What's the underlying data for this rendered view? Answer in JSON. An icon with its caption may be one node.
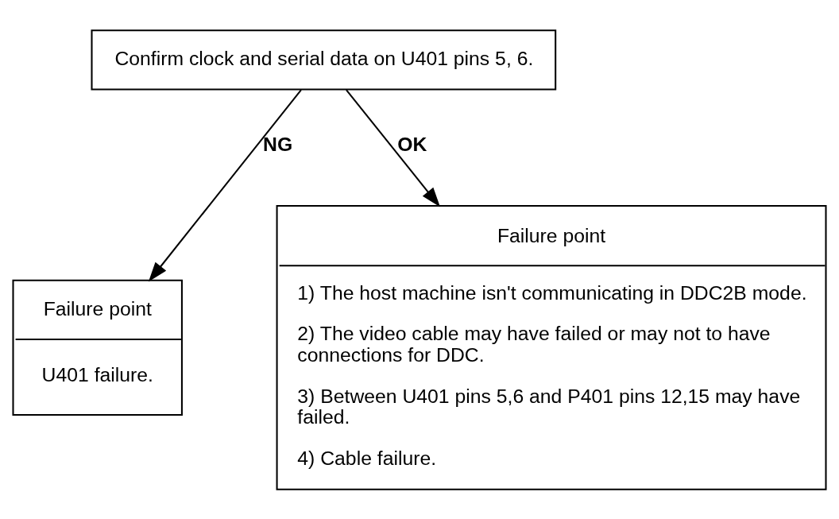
{
  "diagram": {
    "nodes": [
      {
        "text": [
          "Confirm clock and serial data on U401 pins 5, 6."
        ]
      },
      {
        "text": [
          "Failure point",
          "U401 failure."
        ]
      },
      {
        "text": [
          "Failure point",
          "1) The host machine isn't communicating in DDC2B mode.",
          "2) The video cable may have failed or may not to have connections for DDC.",
          "3) Between U401 pins 5,6 and P401 pins 12,15 may have failed.",
          "4) Cable failure."
        ]
      }
    ],
    "edges": [
      {
        "from": 0,
        "to": 1,
        "arrow": "to",
        "label": "NG"
      },
      {
        "from": 0,
        "to": 2,
        "arrow": "to",
        "label": "OK"
      }
    ]
  }
}
